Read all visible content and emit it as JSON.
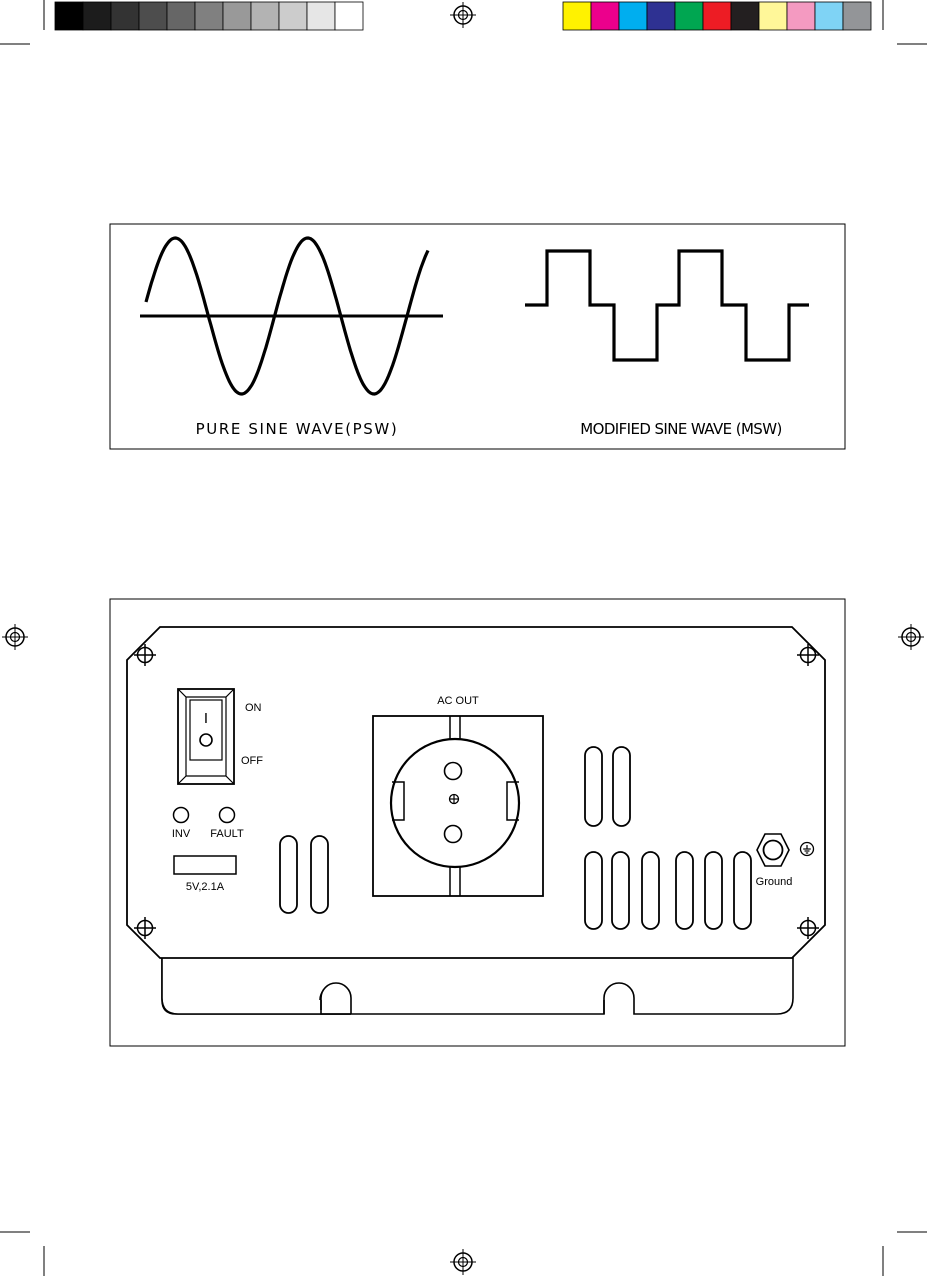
{
  "print_marks": {
    "gray_steps": [
      "#000000",
      "#1c1c1c",
      "#333333",
      "#4d4d4d",
      "#666666",
      "#808080",
      "#999999",
      "#b3b3b3",
      "#cccccc",
      "#e6e6e6",
      "#ffffff"
    ],
    "color_steps": [
      "#fff200",
      "#ec008c",
      "#00aeef",
      "#2e3192",
      "#00a651",
      "#ed1c24",
      "#231f20",
      "#fff799",
      "#f49ac1",
      "#7fd3f5",
      "#939598"
    ]
  },
  "waveforms": {
    "pure_sine_label": "PURE SINE  WAVE(PSW)",
    "modified_sine_label": "MODIFIED SINE WAVE (MSW)"
  },
  "panel": {
    "switch_on_label": "ON",
    "switch_off_label": "OFF",
    "switch_symbol": "I",
    "led_inv_label": "INV",
    "led_fault_label": "FAULT",
    "usb_label": "5V,2.1A",
    "ac_out_label": "AC OUT",
    "ground_label": "Ground"
  }
}
